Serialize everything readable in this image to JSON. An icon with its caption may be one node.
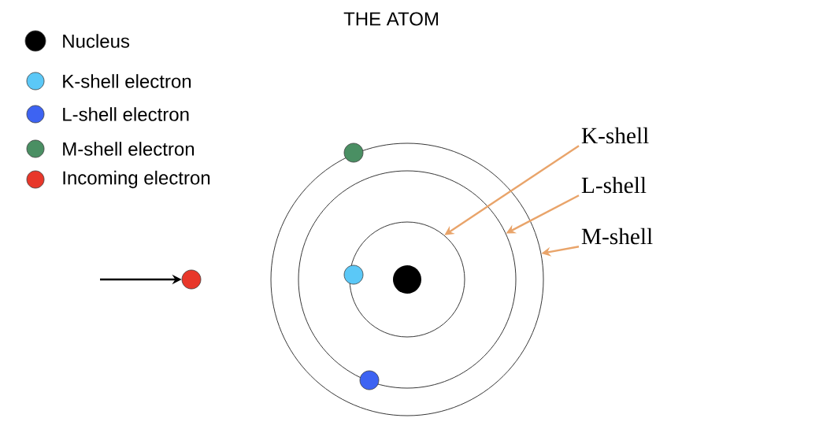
{
  "diagram": {
    "title": "THE ATOM",
    "nodes": [
      {
        "text": [
          "K-shell"
        ]
      },
      {
        "text": [
          "L-shell"
        ]
      },
      {
        "text": [
          "M-shell"
        ]
      },
      {
        "text": [],
        "shape": "circle"
      },
      {
        "text": [],
        "shape": "circle",
        "in": 3
      },
      {
        "text": [],
        "shape": "circle",
        "in": 4
      },
      {
        "text": [],
        "shape": "circle"
      }
    ],
    "edges": [
      {
        "from": 0,
        "to": 5,
        "arrow": "to",
        "color": "#e9a46a"
      },
      {
        "from": 1,
        "to": 4,
        "arrow": "to",
        "color": "#e9a46a"
      },
      {
        "from": 2,
        "to": 3,
        "arrow": "to",
        "color": "#e9a46a"
      },
      {
        "from": null,
        "to": 6,
        "arrow": "to",
        "color": "#000000"
      }
    ],
    "legend": [
      {
        "text": "Nucleus",
        "color": "#000000"
      },
      {
        "text": "K-shell electron",
        "color": "#5bc8f7"
      },
      {
        "text": "L-shell electron",
        "color": "#3d63f2"
      },
      {
        "text": "M-shell electron",
        "color": "#4a8f63"
      },
      {
        "text": "Incoming electron",
        "color": "#e8372a"
      }
    ]
  }
}
